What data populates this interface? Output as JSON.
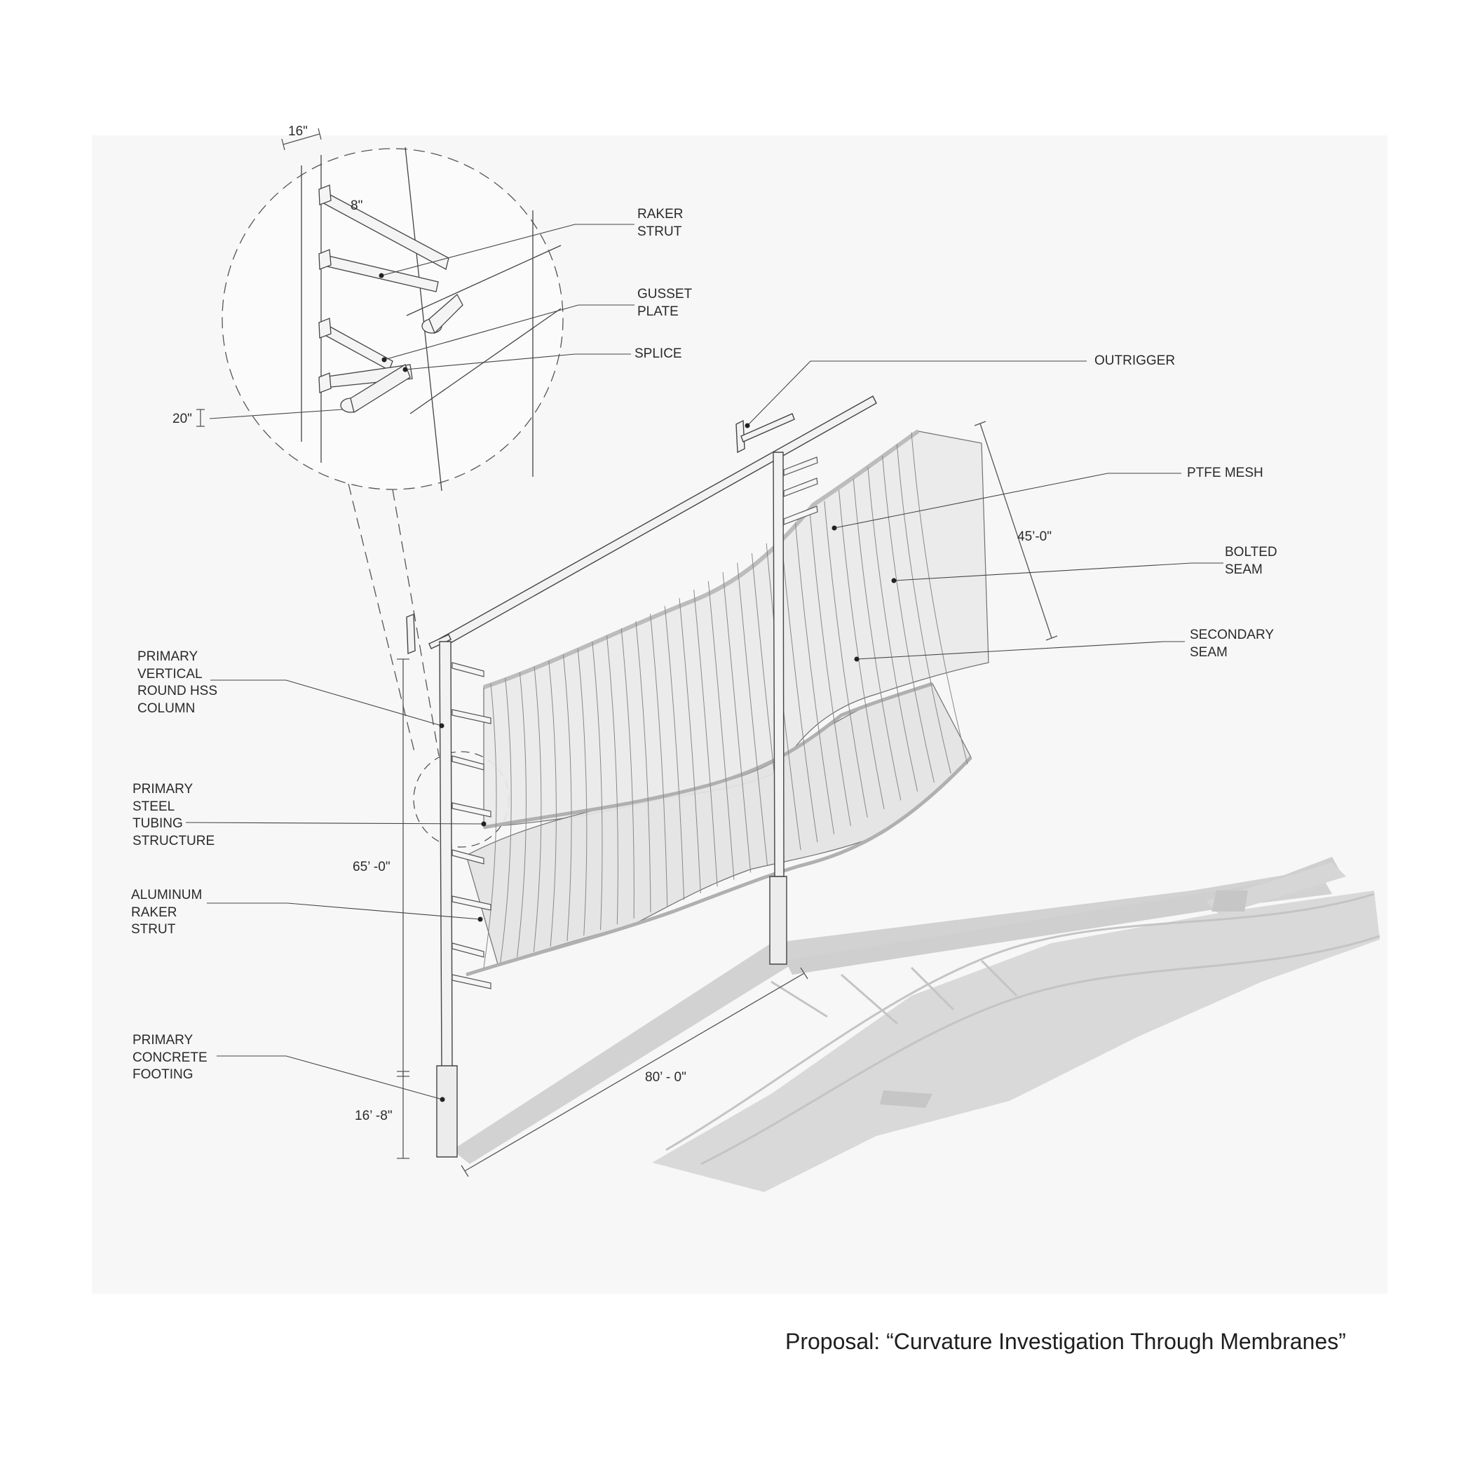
{
  "diagram": {
    "caption": "Proposal: “Curvature Investigation Through Membranes”",
    "labels": {
      "raker_strut": "RAKER\nSTRUT",
      "gusset_plate": "GUSSET\nPLATE",
      "splice": "SPLICE",
      "outrigger": "OUTRIGGER",
      "ptfe_mesh": "PTFE MESH",
      "bolted_seam": "BOLTED\nSEAM",
      "secondary_seam": "SECONDARY\nSEAM",
      "primary_column": "PRIMARY\nVERTICAL\nROUND HSS\nCOLUMN",
      "primary_steel": "PRIMARY\nSTEEL\nTUBING\nSTRUCTURE",
      "aluminum_raker": "ALUMINUM\nRAKER\nSTRUT",
      "primary_footing": "PRIMARY\nCONCRETE\nFOOTING"
    },
    "dimensions": {
      "detail_width": "16\"",
      "detail_strut": "8\"",
      "detail_depth": "20\"",
      "membrane_height": "45’-0\"",
      "column_height": "65’ -0\"",
      "footing_height": "16’ -8\"",
      "span_length": "80’ - 0\""
    }
  }
}
